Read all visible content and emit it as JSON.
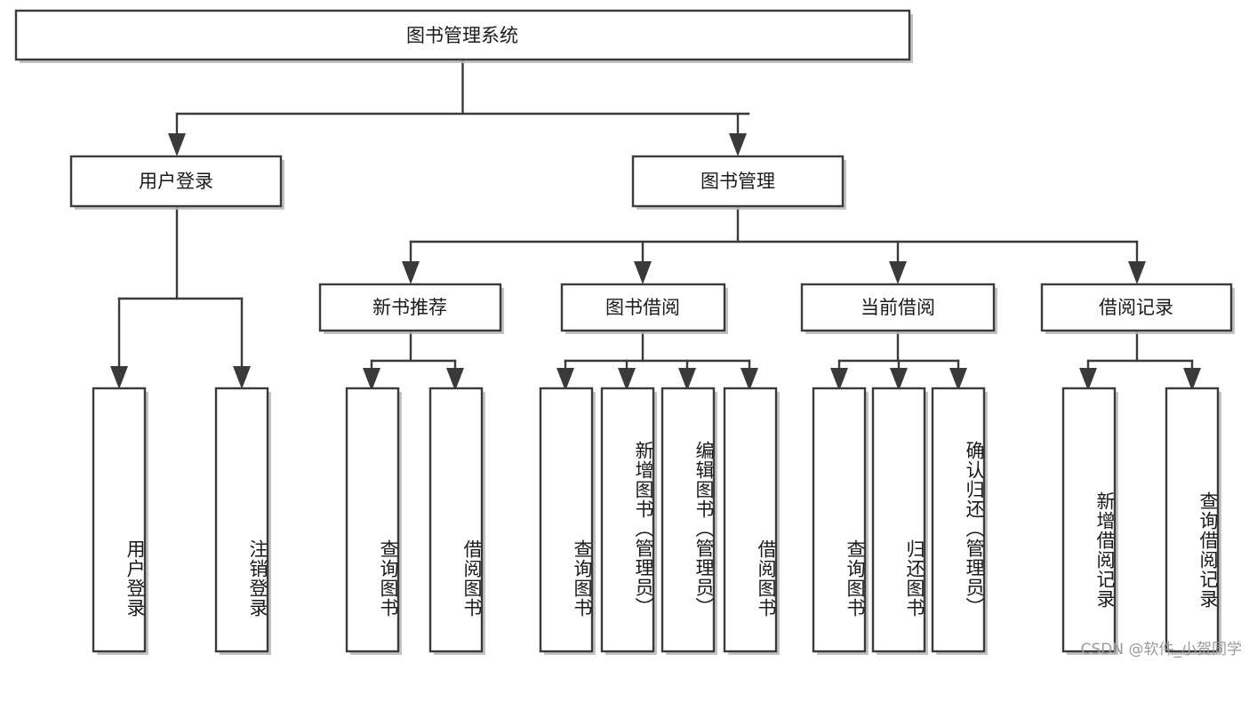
{
  "diagram": {
    "type": "tree-hierarchy",
    "title": "图书管理系统",
    "watermark": "CSDN @软件_小贺同学",
    "colors": {
      "box_stroke": "#3a3a3a",
      "box_fill": "#ffffff",
      "connector": "#3a3a3a",
      "text": "#1a1a1a",
      "watermark": "#9a9a9a",
      "background": "#ffffff"
    },
    "root": {
      "label": "图书管理系统",
      "orientation": "horizontal"
    },
    "level2": [
      {
        "label": "用户登录",
        "orientation": "horizontal"
      },
      {
        "label": "图书管理",
        "orientation": "horizontal"
      }
    ],
    "groups": [
      {
        "label": "用户登录",
        "parent": "用户登录",
        "leaves": [
          {
            "label": "用户登录",
            "orientation": "vertical"
          },
          {
            "label": "注销登录",
            "orientation": "vertical"
          }
        ]
      },
      {
        "label": "新书推荐",
        "parent": "图书管理",
        "leaves": [
          {
            "label": "查询图书",
            "orientation": "vertical"
          },
          {
            "label": "借阅图书",
            "orientation": "vertical"
          }
        ]
      },
      {
        "label": "图书借阅",
        "parent": "图书管理",
        "leaves": [
          {
            "label": "查询图书",
            "orientation": "vertical"
          },
          {
            "label": "新增图书（管理员）",
            "orientation": "vertical"
          },
          {
            "label": "编辑图书（管理员）",
            "orientation": "vertical"
          },
          {
            "label": "借阅图书",
            "orientation": "vertical"
          }
        ]
      },
      {
        "label": "当前借阅",
        "parent": "图书管理",
        "leaves": [
          {
            "label": "查询图书",
            "orientation": "vertical"
          },
          {
            "label": "归还图书",
            "orientation": "vertical"
          },
          {
            "label": "确认归还（管理员）",
            "orientation": "vertical"
          }
        ]
      },
      {
        "label": "借阅记录",
        "parent": "图书管理",
        "leaves": [
          {
            "label": "新增借阅记录",
            "orientation": "vertical"
          },
          {
            "label": "查询借阅记录",
            "orientation": "vertical"
          }
        ]
      }
    ],
    "labels": {
      "root_title": "图书管理系统",
      "user_login_l2": "用户登录",
      "book_manage_l2": "图书管理",
      "group_new_book": "新书推荐",
      "group_borrow": "图书借阅",
      "group_current": "当前借阅",
      "group_record": "借阅记录",
      "leaf_user_login": "用户登录",
      "leaf_user_logout": "注销登录",
      "leaf_nb_query": "查询图书",
      "leaf_nb_borrow": "借阅图书",
      "leaf_tb_query": "查询图书",
      "leaf_tb_add": "新增图书（管理员）",
      "leaf_tb_edit": "编辑图书（管理员）",
      "leaf_tb_borrow": "借阅图书",
      "leaf_cur_query": "查询图书",
      "leaf_cur_return": "归还图书",
      "leaf_cur_confirm": "确认归还（管理员）",
      "leaf_rec_add": "新增借阅记录",
      "leaf_rec_query": "查询借阅记录"
    }
  }
}
